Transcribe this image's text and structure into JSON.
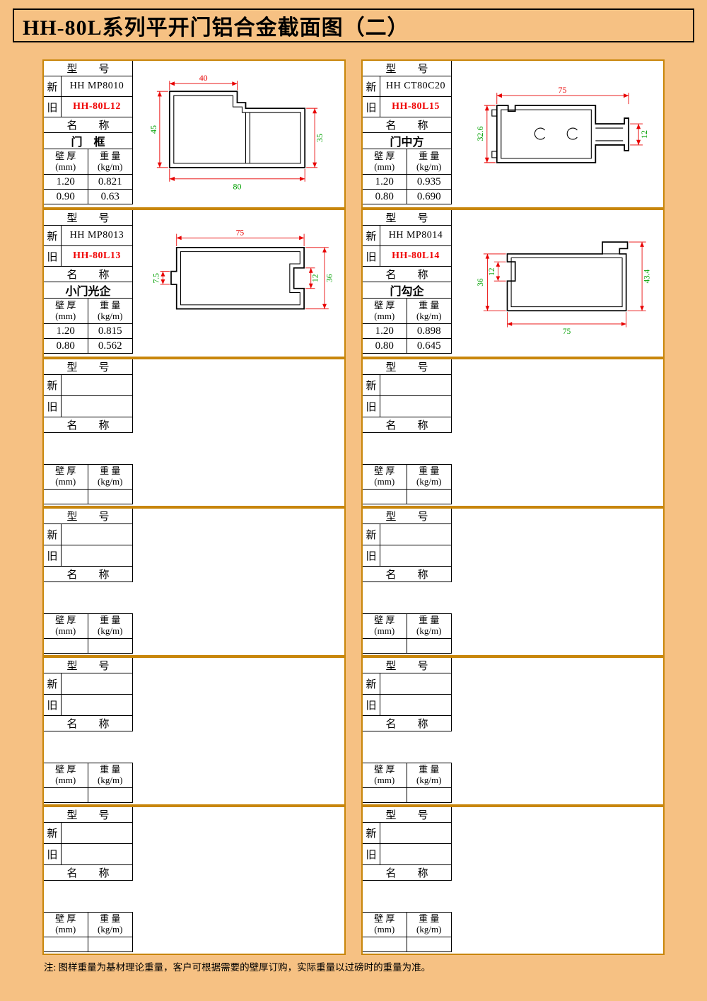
{
  "page": {
    "title": "HH-80L系列平开门铝合金截面图（二）",
    "note": "注: 图样重量为基材理论重量，客户可根据需要的壁厚订购，实际重量以过磅时的重量为准。"
  },
  "labels": {
    "model": "型　　号",
    "new": "新",
    "old": "旧",
    "name": "名　　称",
    "thickness": [
      "壁 厚",
      "(mm)"
    ],
    "weight": [
      "重 量",
      "(kg/m)"
    ]
  },
  "colors": {
    "background": "#f6c183",
    "cell_border": "#c8860b",
    "dim_red": "#e80000",
    "dim_green": "#00a000",
    "old_model_red": "#f00000"
  },
  "empty_cell_count": 8,
  "cells": [
    {
      "name": "门　框",
      "new_model": "HH MP8010",
      "old_model": "HH-80L12",
      "spec_rows": [
        {
          "thickness": "1.20",
          "weight": "0.821"
        },
        {
          "thickness": "0.90",
          "weight": "0.63"
        }
      ],
      "dims": {
        "top": {
          "value": "40",
          "color": "#e80000"
        },
        "left": {
          "value": "45",
          "color": "#00a000"
        },
        "right": {
          "value": "35",
          "color": "#00a000"
        },
        "bottom": {
          "value": "80",
          "color": "#00a000"
        }
      }
    },
    {
      "name": "门中方",
      "new_model": "HH CT80C20",
      "old_model": "HH-80L15",
      "spec_rows": [
        {
          "thickness": "1.20",
          "weight": "0.935"
        },
        {
          "thickness": "0.80",
          "weight": "0.690"
        }
      ],
      "dims": {
        "top": {
          "value": "75",
          "color": "#e80000"
        },
        "left": {
          "value": "32.6",
          "color": "#00a000"
        },
        "right": {
          "value": "12",
          "color": "#00a000"
        }
      }
    },
    {
      "name": "小门光企",
      "new_model": "HH MP8013",
      "old_model": "HH-80L13",
      "spec_rows": [
        {
          "thickness": "1.20",
          "weight": "0.815"
        },
        {
          "thickness": "0.80",
          "weight": "0.562"
        }
      ],
      "dims": {
        "top": {
          "value": "75",
          "color": "#e80000"
        },
        "left": {
          "value": "7.5",
          "color": "#00a000"
        },
        "right_inner": {
          "value": "12",
          "color": "#00a000"
        },
        "right_outer": {
          "value": "36",
          "color": "#00a000"
        }
      }
    },
    {
      "name": "门勾企",
      "new_model": "HH MP8014",
      "old_model": "HH-80L14",
      "spec_rows": [
        {
          "thickness": "1.20",
          "weight": "0.898"
        },
        {
          "thickness": "0.80",
          "weight": "0.645"
        }
      ],
      "dims": {
        "left_outer": {
          "value": "36",
          "color": "#00a000"
        },
        "left_inner": {
          "value": "12",
          "color": "#00a000"
        },
        "right": {
          "value": "43.4",
          "color": "#00a000"
        },
        "bottom": {
          "value": "75",
          "color": "#00a000"
        }
      }
    }
  ]
}
